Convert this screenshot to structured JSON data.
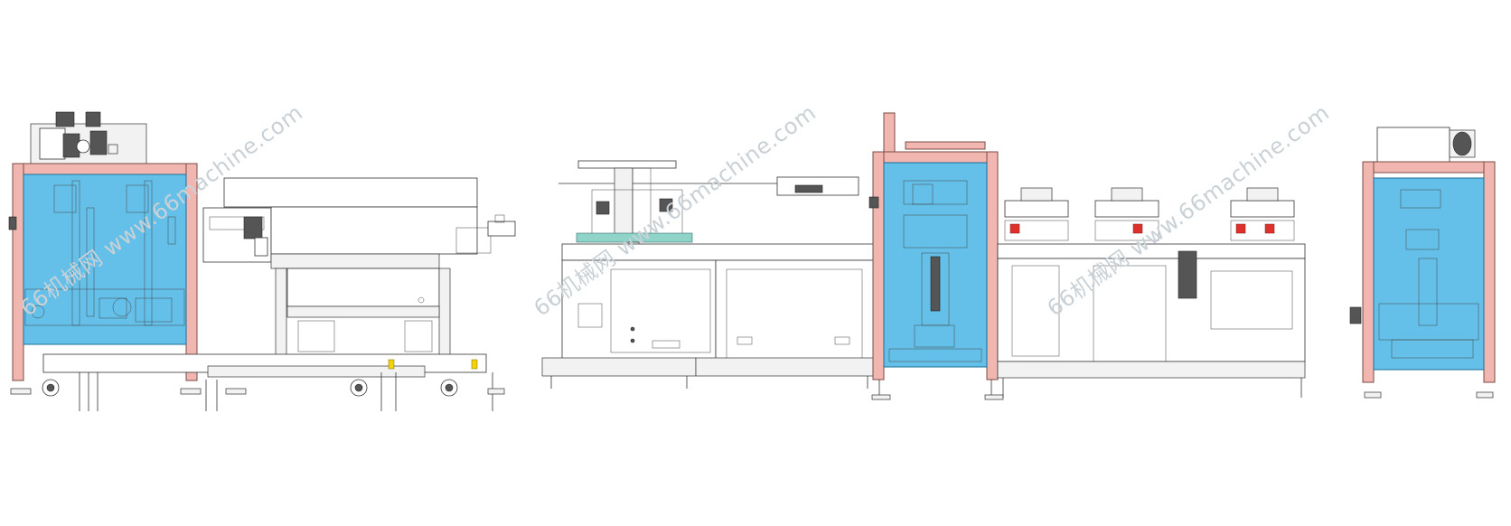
{
  "drawing": {
    "views": [
      {
        "id": "left-side-view"
      },
      {
        "id": "front-view"
      },
      {
        "id": "right-side-view"
      }
    ],
    "watermark": {
      "text": "66机械网 www.66machine.com",
      "color": "#c9d1d6"
    },
    "colors": {
      "guard_glass": "#2aa7e0",
      "frame_post": "#f2b6b0",
      "line": "#333333",
      "marker_red": "#e0302b",
      "conveyor_teal": "#8fd3c9",
      "caster_yellow": "#f4d20a"
    }
  }
}
